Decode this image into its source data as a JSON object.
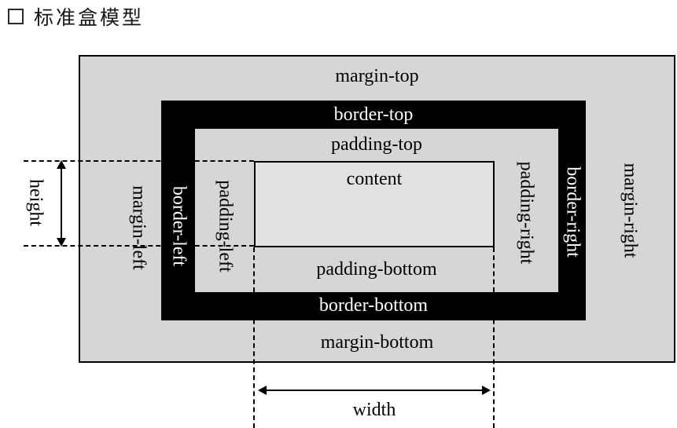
{
  "title": {
    "icon": "square-outline-icon",
    "text": "标准盒模型"
  },
  "diagram": {
    "margin": {
      "top": "margin-top",
      "right": "margin-right",
      "bottom": "margin-bottom",
      "left": "margin-left"
    },
    "border": {
      "top": "border-top",
      "right": "border-right",
      "bottom": "border-bottom",
      "left": "border-left"
    },
    "padding": {
      "top": "padding-top",
      "right": "padding-right",
      "bottom": "padding-bottom",
      "left": "padding-left"
    },
    "content_label": "content",
    "height_label": "height",
    "width_label": "width"
  },
  "colors": {
    "margin_bg": "#d6d6d6",
    "border_bg": "#000000",
    "padding_bg": "#d6d6d6",
    "content_bg": "#e2e2e2",
    "line": "#000000",
    "label_on_black": "#ffffff"
  }
}
